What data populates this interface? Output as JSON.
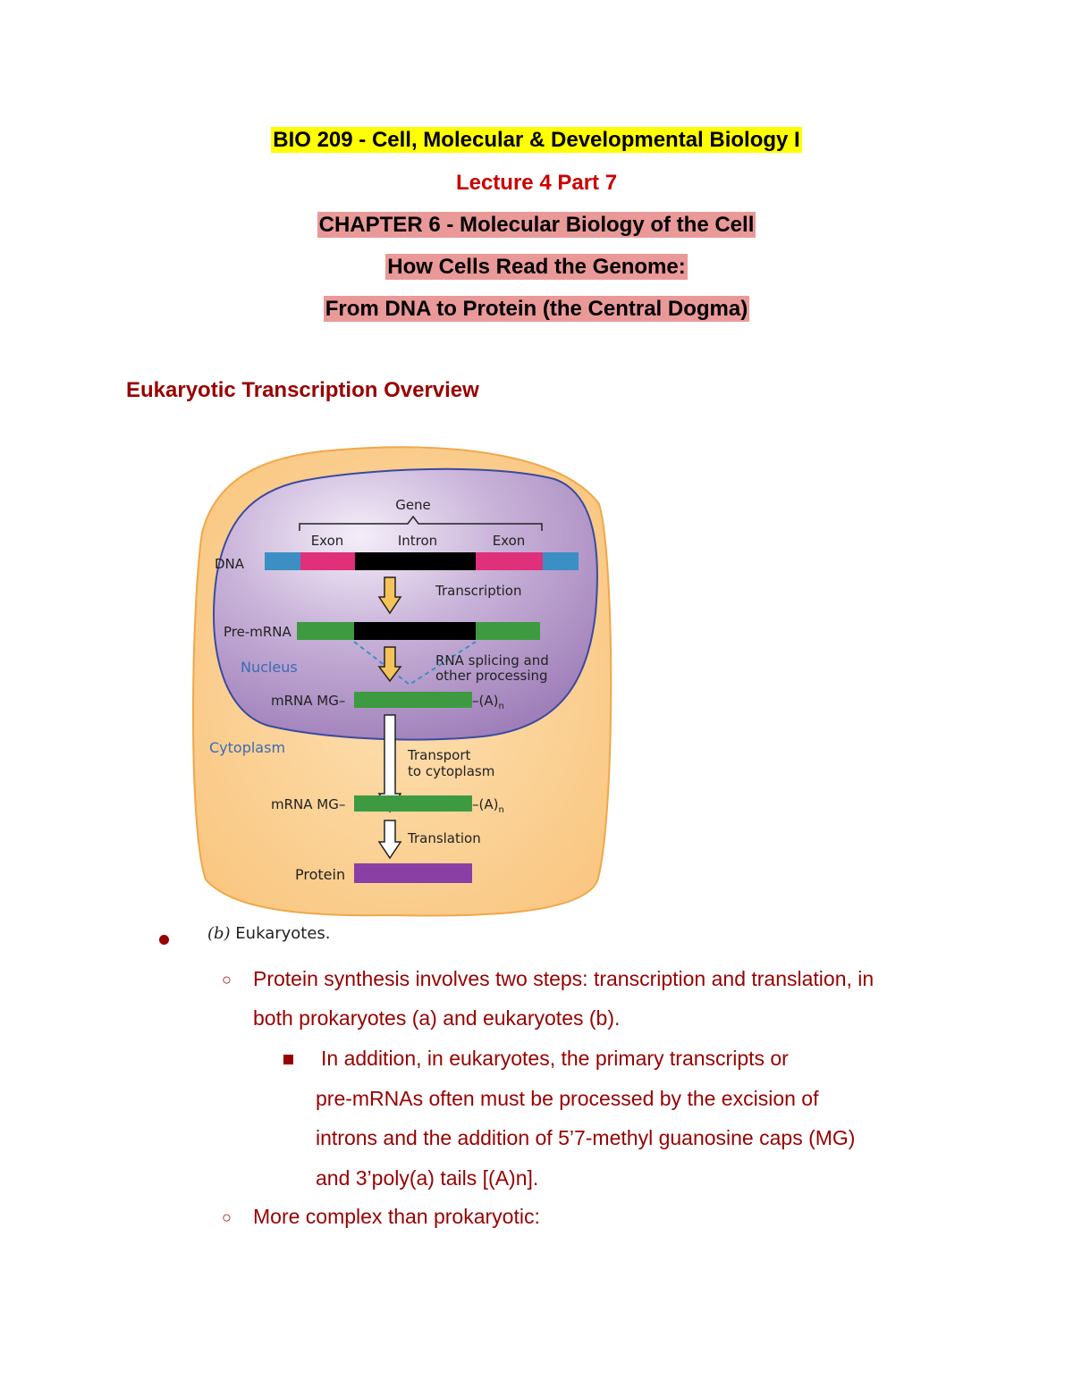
{
  "header": {
    "course": "BIO 209 -  Cell, Molecular & Developmental Biology I",
    "lecture": "Lecture 4 Part 7",
    "chapter": "CHAPTER 6 - Molecular Biology of the Cell",
    "subtitle1": "How Cells Read the Genome:",
    "subtitle2": "From DNA to Protein (the Central Dogma)"
  },
  "section_title": "Eukaryotic Transcription Overview",
  "figure": {
    "gene": "Gene",
    "exon_left": "Exon",
    "intron": "Intron",
    "exon_right": "Exon",
    "dna": "DNA",
    "transcription": "Transcription",
    "pre_mrna": "Pre-mRNA",
    "nucleus": "Nucleus",
    "splicing_line1": "RNA splicing and",
    "splicing_line2": "other processing",
    "mrna_label": "mRNA  MG–",
    "poly_a": "–(A)",
    "poly_a_sub": "n",
    "cytoplasm": "Cytoplasm",
    "transport_line1": "Transport",
    "transport_line2": "to cytoplasm",
    "translation": "Translation",
    "protein": "Protein",
    "caption_letter": "(b)",
    "caption_text": " Eukaryotes.",
    "colors": {
      "cell": "#f9c47c",
      "nucleus": "#b69ac9",
      "flank": "#3b8fc4",
      "exon": "#e0307a",
      "intron": "#000000",
      "mrna": "#3e9a40",
      "protein": "#8a3fa5",
      "arrow": "#f6c35a"
    }
  },
  "bullets": {
    "level2_marker": "○",
    "item1_line1": "Protein synthesis involves two steps: transcription and translation, in",
    "item1_line2": "both prokaryotes (a) and eukaryotes (b).",
    "sub1_line1": "In addition, in eukaryotes, the primary transcripts or",
    "sub1_line2": "pre-mRNAs often must be processed by the excision of",
    "sub1_line3": "introns and the addition of 5’7-methyl guanosine caps (MG)",
    "sub1_line4": "and 3’poly(a) tails [(A)n].",
    "item2": "More complex than prokaryotic:"
  }
}
